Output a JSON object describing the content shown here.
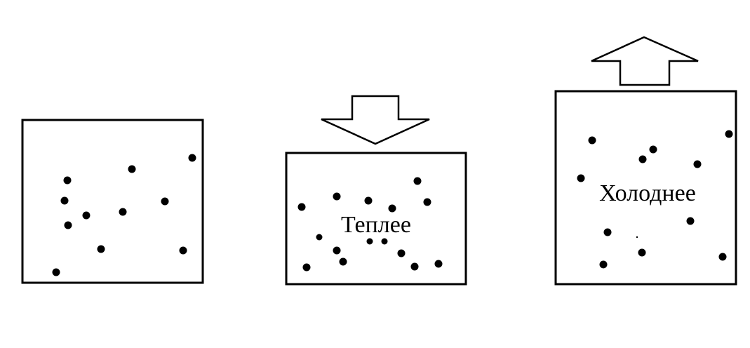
{
  "colors": {
    "stroke": "#000000",
    "background": "#ffffff",
    "particle": "#000000"
  },
  "boxes": [
    {
      "id": "normal",
      "label": "",
      "arrow": "none",
      "particle_count": 11
    },
    {
      "id": "compressed",
      "label": "Теплее",
      "arrow": "down-arrow-icon",
      "particle_count": 15
    },
    {
      "id": "expanded",
      "label": "Холоднее",
      "arrow": "up-arrow-icon",
      "particle_count": 12
    }
  ]
}
